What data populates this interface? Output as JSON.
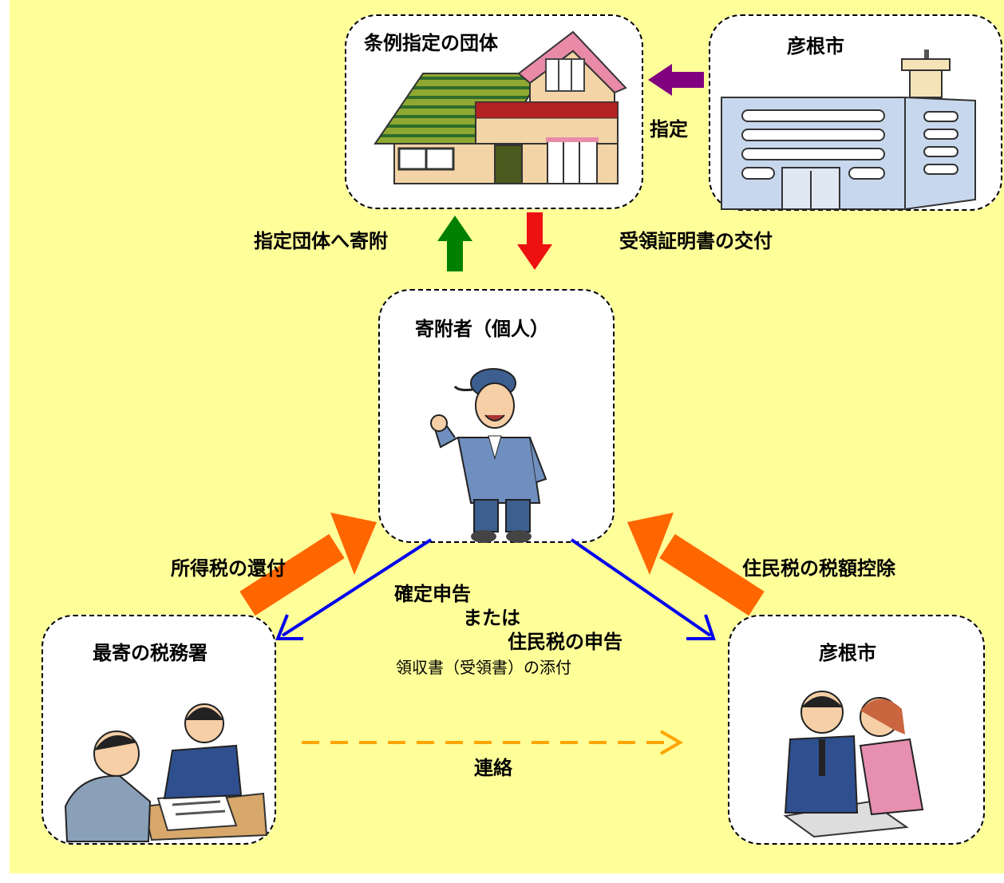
{
  "nodes": {
    "organization": {
      "label": "条例指定の団体",
      "icon": "house-icon"
    },
    "city_top": {
      "label": "彦根市",
      "icon": "city-hall-building-icon"
    },
    "donor": {
      "label": "寄附者（個人）",
      "icon": "worker-person-icon"
    },
    "tax_office": {
      "label": "最寄の税務署",
      "icon": "tax-consultation-icon"
    },
    "city_bottom": {
      "label": "彦根市",
      "icon": "consultation-people-icon"
    }
  },
  "flows": {
    "designation": "指定",
    "donate": "指定団体へ寄附",
    "receipt": "受領証明書の交付",
    "income_tax_refund": "所得税の還付",
    "resident_tax_deduction": "住民税の税額控除",
    "filing_line1": "確定申告",
    "filing_line2": "または",
    "filing_line3": "住民税の申告",
    "filing_note": "領収書（受領書）の添付",
    "contact": "連絡"
  },
  "colors": {
    "background": "#ffff99",
    "designation_arrow": "#800080",
    "donate_arrow": "#008000",
    "receipt_arrow": "#ee1111",
    "refund_arrow": "#ff6600",
    "filing_arrow": "#0000ee",
    "contact_arrow": "#ffa500"
  }
}
